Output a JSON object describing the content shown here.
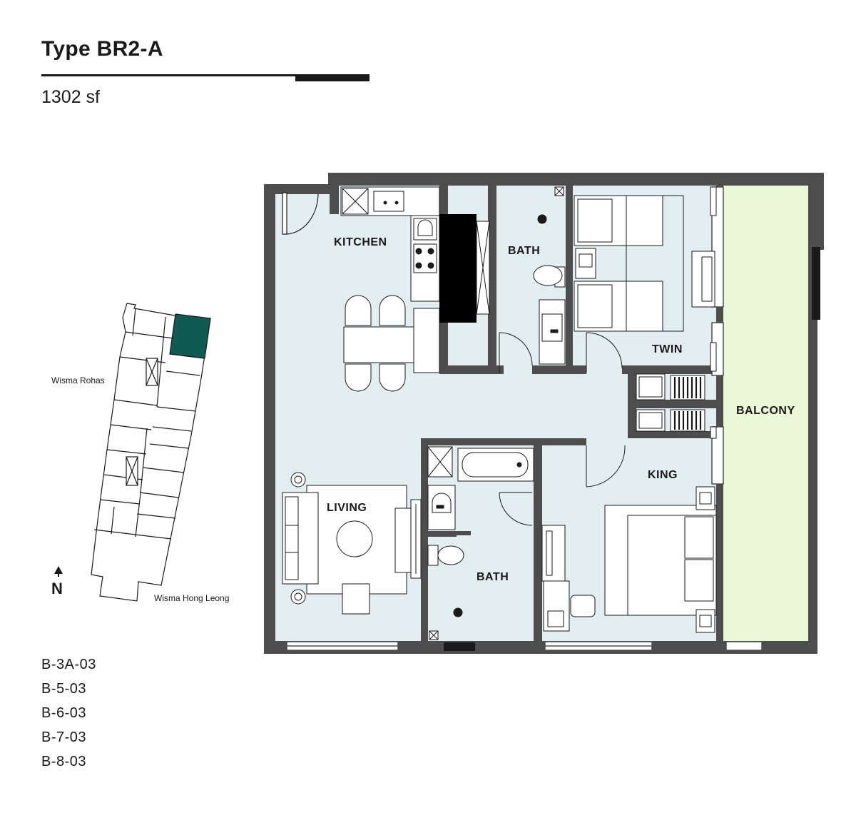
{
  "header": {
    "title": "Type BR2-A",
    "area": "1302 sf"
  },
  "key_plan": {
    "building_top": "Wisma Rohas",
    "building_bottom": "Wisma Hong Leong",
    "north": "N",
    "highlight_color": "#0f5a53"
  },
  "rooms": {
    "kitchen": "KITCHEN",
    "bath_top": "BATH",
    "twin": "TWIN",
    "balcony": "BALCONY",
    "king": "KING",
    "living": "LIVING",
    "bath_bottom": "BATH"
  },
  "units": [
    "B-3A-03",
    "B-5-03",
    "B-6-03",
    "B-7-03",
    "B-8-03"
  ],
  "colors": {
    "wall": "#4d4d4d",
    "floor": "#e3eef1",
    "balcony": "#eaf8d8"
  }
}
